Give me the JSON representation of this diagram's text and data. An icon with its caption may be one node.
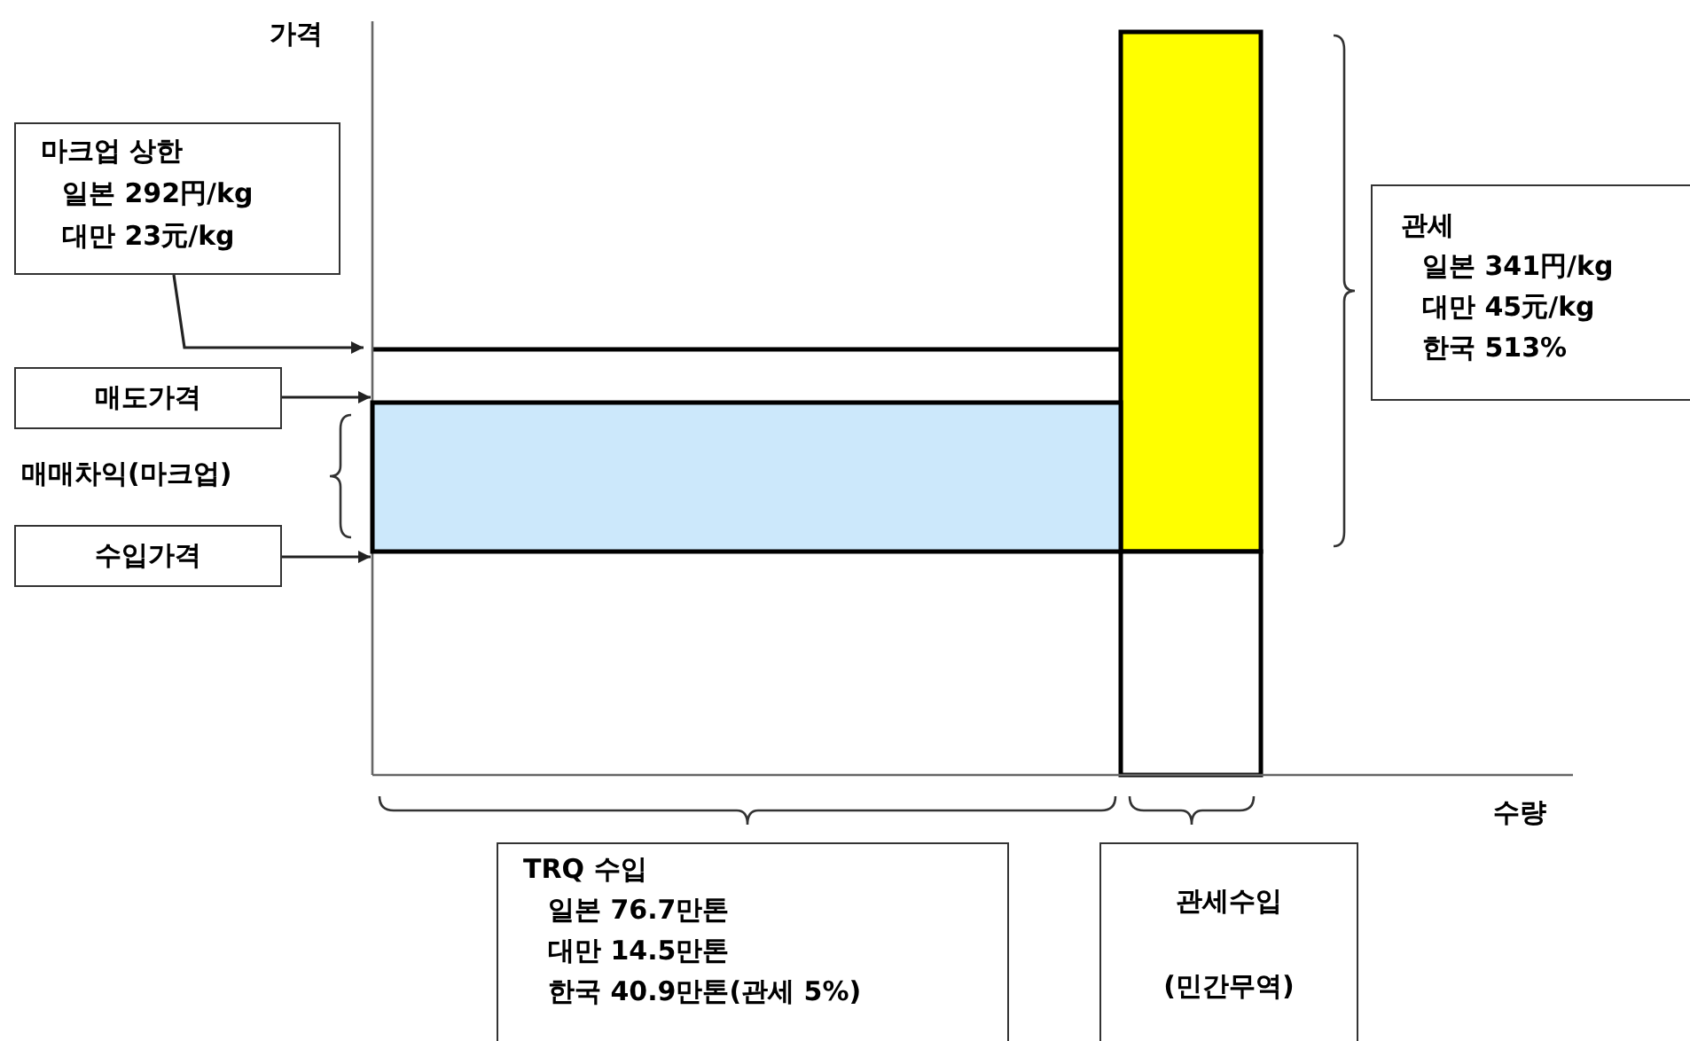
{
  "diagram": {
    "nodes": [
      {
        "text": [
          "마크업 상한",
          "일본 292円/kg",
          "대만 23元/kg"
        ]
      },
      {
        "text": [
          "매도가격"
        ]
      },
      {
        "text": [
          "수입가격"
        ]
      },
      {
        "text": [
          "관세",
          "일본 341円/kg",
          "대만 45元/kg",
          "한국 513%"
        ]
      },
      {
        "text": [
          "TRQ 수입",
          "일본 76.7만톤",
          "대만 14.5만톤",
          "한국 40.9만톤(관세 5%)"
        ]
      },
      {
        "text": [
          "관세수입",
          "(민간무역)"
        ]
      },
      {
        "text": [],
        "shape": "box"
      }
    ],
    "edges": [
      {
        "from": 0,
        "to": null,
        "arrow": "to"
      },
      {
        "from": 1,
        "to": 6,
        "arrow": "to"
      },
      {
        "from": 2,
        "to": 6,
        "arrow": "to"
      }
    ],
    "labels": [
      "가격",
      "매매차익(마크업)",
      "수량"
    ]
  }
}
